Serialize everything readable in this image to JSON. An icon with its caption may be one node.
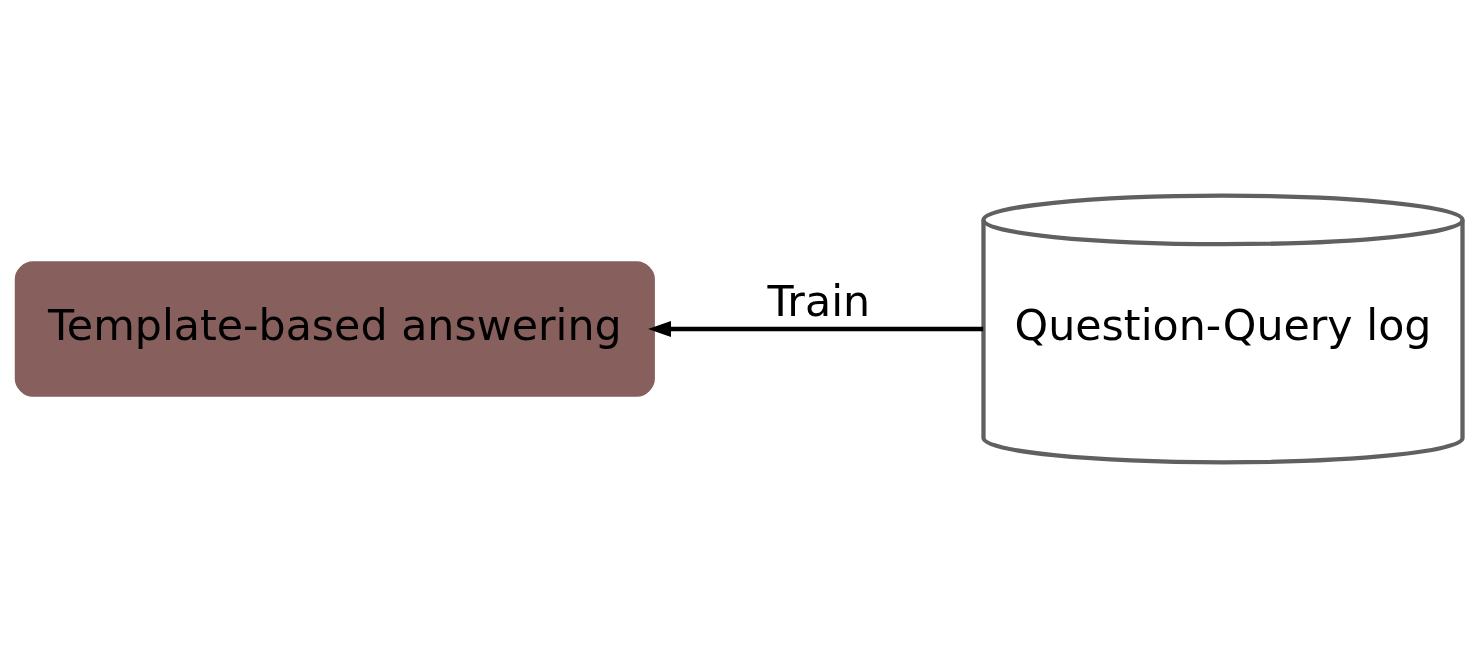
{
  "diagram": {
    "nodes": [
      {
        "text": [
          "Template-based answering"
        ]
      },
      {
        "text": [
          "Question-Query log"
        ]
      }
    ],
    "edges": [
      {
        "from": 1,
        "to": 0,
        "arrow": "to",
        "label": "Train"
      }
    ]
  }
}
